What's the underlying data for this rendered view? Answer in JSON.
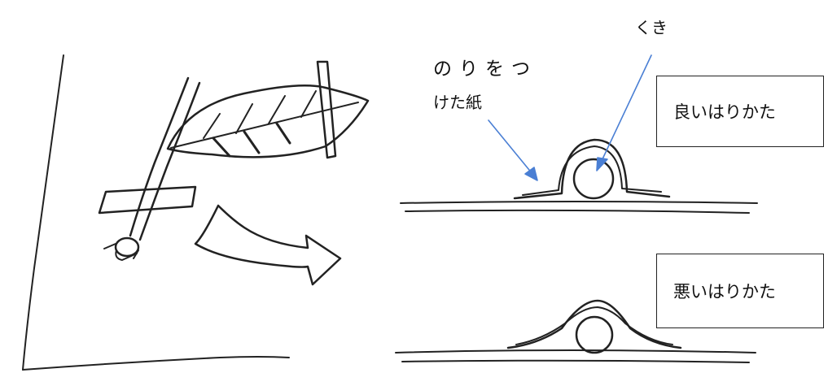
{
  "labels": {
    "stem": "くき",
    "glued_paper_line1": "のりをつ",
    "glued_paper_line2": "けた紙"
  },
  "boxes": {
    "good": "良いはりかた",
    "bad": "悪いはりかた"
  },
  "colors": {
    "ink": "#222222",
    "arrow": "#4a7fd4"
  }
}
